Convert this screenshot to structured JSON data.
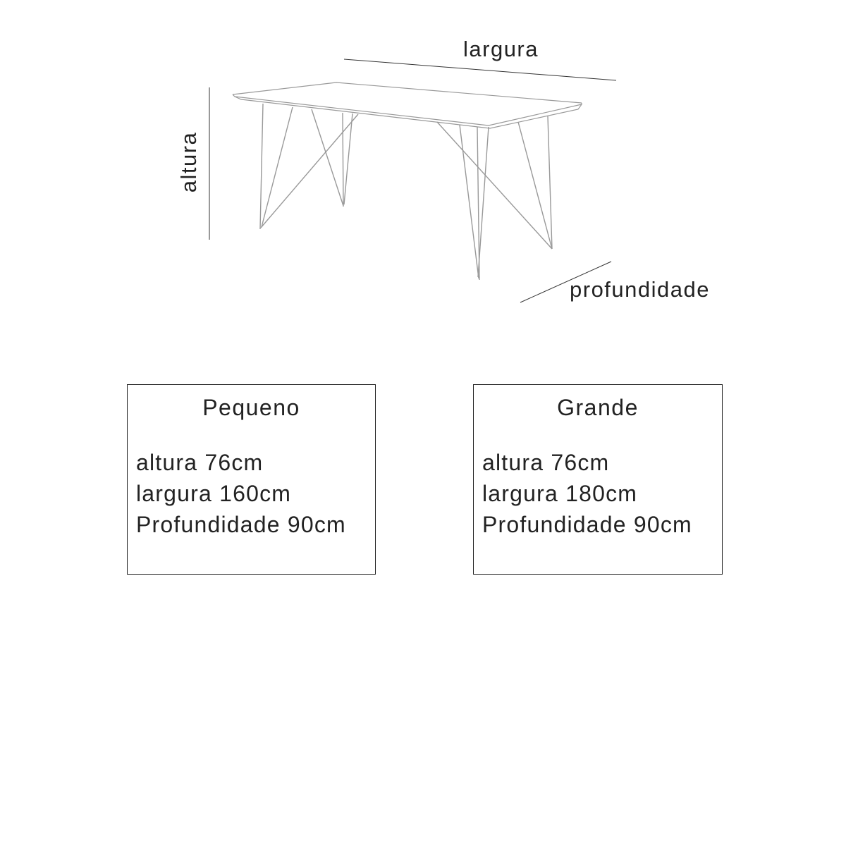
{
  "diagram": {
    "labels": {
      "width": "largura",
      "height": "altura",
      "depth": "profundidade"
    }
  },
  "sizes": [
    {
      "title": "Pequeno",
      "lines": [
        "altura 76cm",
        "largura 160cm",
        "Profundidade 90cm"
      ]
    },
    {
      "title": "Grande",
      "lines": [
        "altura 76cm",
        "largura 180cm",
        "Profundidade 90cm"
      ]
    }
  ],
  "colors": {
    "line": "#222222",
    "table_stroke": "#9a9a9a"
  }
}
